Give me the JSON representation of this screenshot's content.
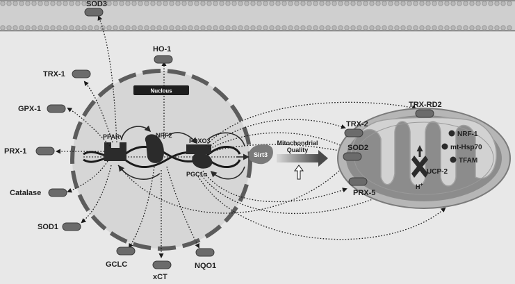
{
  "labels": {
    "sod3": "SOD3",
    "ho1": "HO-1",
    "nucleus": "Nucleus",
    "trx1": "TRX-1",
    "gpx1": "GPX-1",
    "pparg": "PPARγ",
    "nrf2": "NRF2",
    "foxo3": "FOXO3",
    "pgc1a": "PGC1α",
    "prx1": "PRX-1",
    "catalase": "Catalase",
    "sod1": "SOD1",
    "gclc": "GCLC",
    "xct": "xCT",
    "nqo1": "NQO1",
    "sirt3": "Sirt3",
    "mito_quality_1": "Mitochondrial",
    "mito_quality_2": "Quality",
    "trxrd2": "TRX-RD2",
    "trx2": "TRX-2",
    "sod2": "SOD2",
    "prx5": "PRX-5",
    "nrf1": "NRF-1",
    "mthsp70": "mt-Hsp70",
    "tfam": "TFAM",
    "ucp2": "UCP-2",
    "hplus": "H",
    "hplus_sup": "+"
  },
  "colors": {
    "membrane_band": "#c9c9c9",
    "membrane_dark": "#8a8a8a",
    "cytoplasm": "#e6e6e6",
    "nucleus_fill": "#d4d4d4",
    "nucleus_border": "#595959",
    "pill": "#6b6b6b",
    "protein_dark": "#2b2b2b",
    "mito_outer": "#b5b5b5",
    "mito_inner": "#ececec"
  },
  "icons": {
    "arrow_up": "hollow-up-arrow-icon"
  }
}
